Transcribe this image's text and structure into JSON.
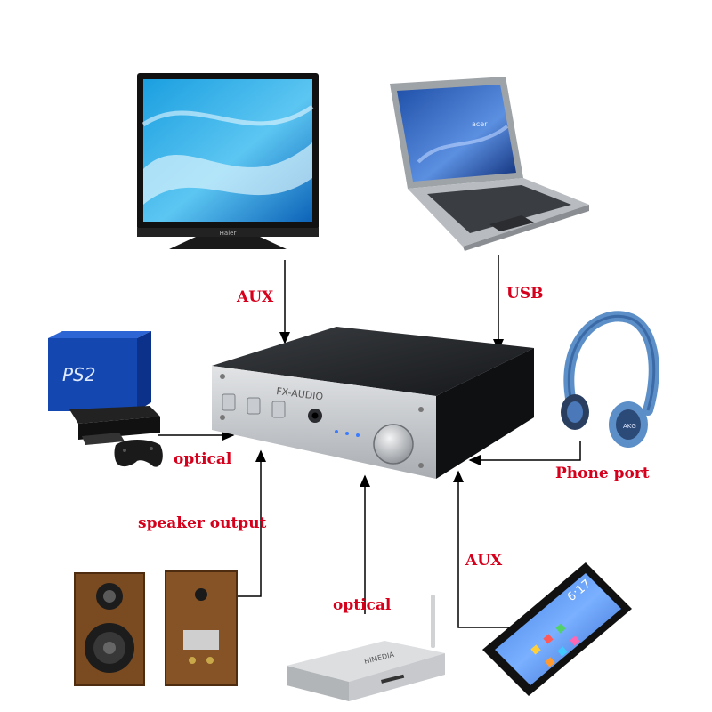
{
  "labels": {
    "tv_to_dac": "AUX",
    "laptop_to_dac": "USB",
    "ps2_to_dac": "optical",
    "headphones_to_dac": "Phone port",
    "dac_to_speakers": "speaker output",
    "mediabox_to_dac": "optical",
    "phone_to_dac": "AUX"
  },
  "devices": {
    "dac_brand": "FX-AUDIO",
    "tv_brand": "Haier",
    "ps2_logo": "PS2",
    "laptop_brand": "acer",
    "headphone_brand": "AKG",
    "mediabox_brand": "HIMEDIA",
    "phone_time": "6:17"
  },
  "colors": {
    "label_red": "#d6001c",
    "wire": "#000000"
  }
}
